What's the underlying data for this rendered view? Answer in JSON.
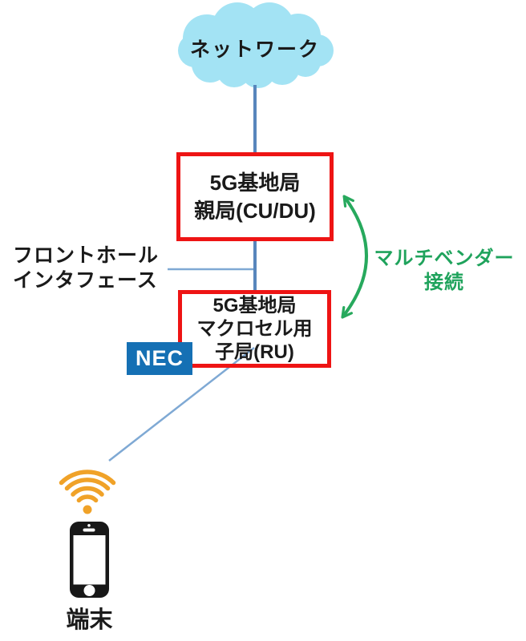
{
  "cloud": {
    "label": "ネットワーク"
  },
  "boxes": {
    "cu_du": {
      "lines": [
        "5G基地局",
        "親局(CU/DU)"
      ]
    },
    "ru": {
      "lines": [
        "5G基地局",
        "マクロセル用",
        "子局(RU)"
      ]
    }
  },
  "labels": {
    "fronthaul": {
      "lines": [
        "フロントホール",
        "インタフェース"
      ]
    },
    "multivendor": {
      "lines": [
        "マルチベンダー",
        "接続"
      ]
    },
    "terminal": "端末",
    "vendor_badge": "NEC"
  },
  "icons": {
    "cloud": "network-cloud",
    "wifi": "wifi-icon",
    "phone": "smartphone-icon",
    "arrow": "double-headed-curved-arrow-icon"
  },
  "colors": {
    "background": "#FFFFFF",
    "box_border_red": "#EE1414",
    "connector_blue_thick": "#5886BC",
    "connector_blue_thin": "#7FA9D4",
    "cloud_fill": "#A3E3F4",
    "badge_bg": "#1570B4",
    "badge_text": "#FFFFFF",
    "multivendor_green": "#27A95D",
    "wifi_orange": "#F0A228",
    "phone_black": "#181818",
    "text_black": "#1A1A1A"
  }
}
